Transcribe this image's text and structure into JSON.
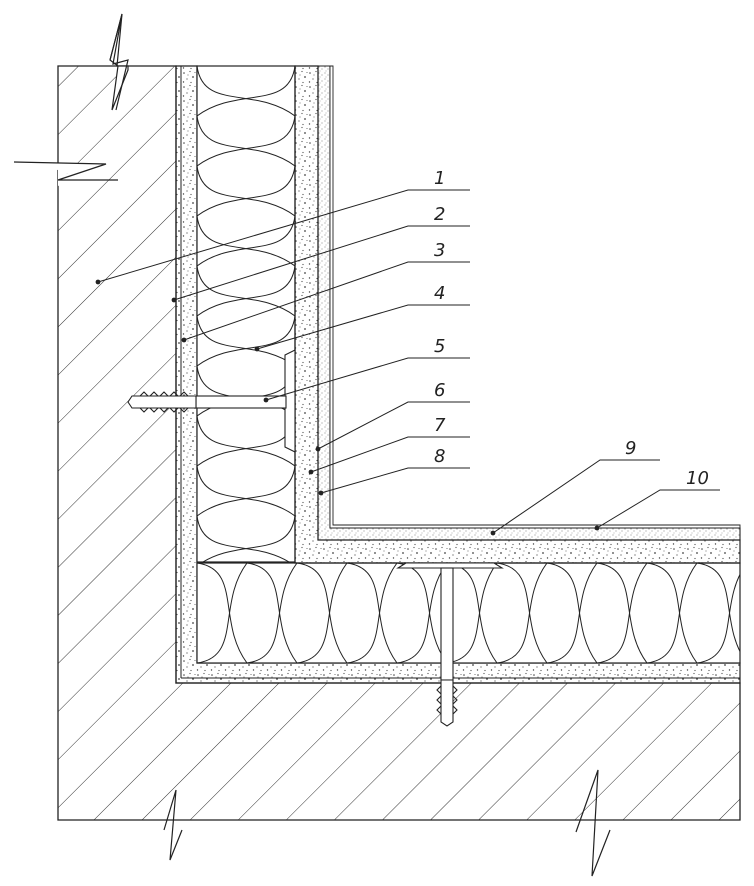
{
  "callouts": [
    {
      "label": "1"
    },
    {
      "label": "2"
    },
    {
      "label": "3"
    },
    {
      "label": "4"
    },
    {
      "label": "5"
    },
    {
      "label": "6"
    },
    {
      "label": "7"
    },
    {
      "label": "8"
    },
    {
      "label": "9"
    },
    {
      "label": "10"
    }
  ],
  "colors": {
    "line": "#222222",
    "hatch": "#333333",
    "speckle": "#444444",
    "background": "#ffffff"
  }
}
